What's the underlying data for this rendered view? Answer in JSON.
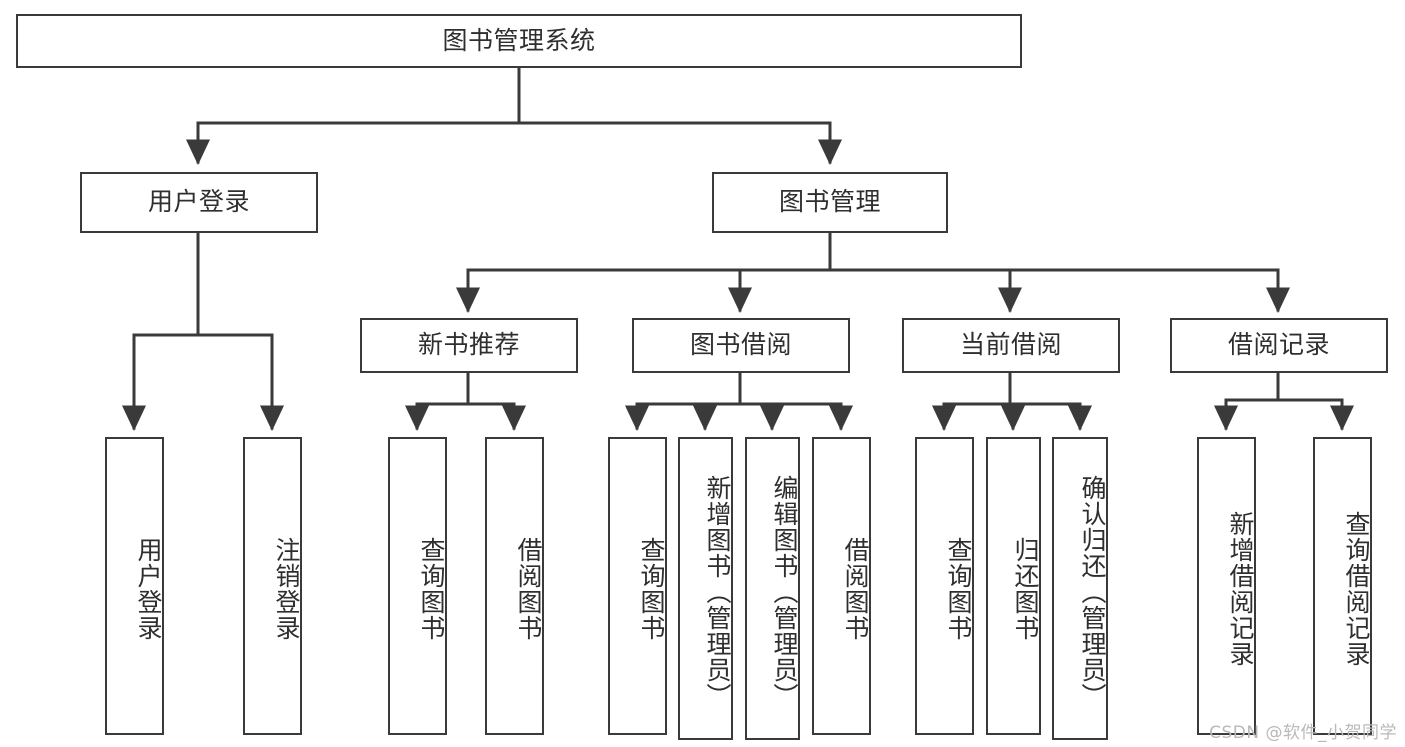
{
  "diagram": {
    "title": "图书管理系统",
    "type": "tree",
    "orientation": "top-down",
    "line_color": "#3a3a3a",
    "text_color": "#2f2f2f",
    "background": "#ffffff"
  },
  "watermark": {
    "text": "CSDN @软件_小贺同学",
    "color": "#b9b9b9"
  },
  "nodes": {
    "root": {
      "label": "图书管理系统"
    },
    "level1": [
      {
        "label": "用户登录"
      },
      {
        "label": "图书管理"
      }
    ],
    "level2": [
      {
        "label": "新书推荐"
      },
      {
        "label": "图书借阅"
      },
      {
        "label": "当前借阅"
      },
      {
        "label": "借阅记录"
      }
    ],
    "leaves": {
      "user_login": [
        {
          "label": "用户登录"
        },
        {
          "label": "注销登录"
        }
      ],
      "new_book": [
        {
          "label": "查询图书"
        },
        {
          "label": "借阅图书"
        }
      ],
      "book_borrow": [
        {
          "label": "查询图书"
        },
        {
          "label": "新增图书（管理员）"
        },
        {
          "label": "编辑图书（管理员）"
        },
        {
          "label": "借阅图书"
        }
      ],
      "current_borrow": [
        {
          "label": "查询图书"
        },
        {
          "label": "归还图书"
        },
        {
          "label": "确认归还（管理员）"
        }
      ],
      "borrow_record": [
        {
          "label": "新增借阅记录"
        },
        {
          "label": "查询借阅记录"
        }
      ]
    }
  }
}
